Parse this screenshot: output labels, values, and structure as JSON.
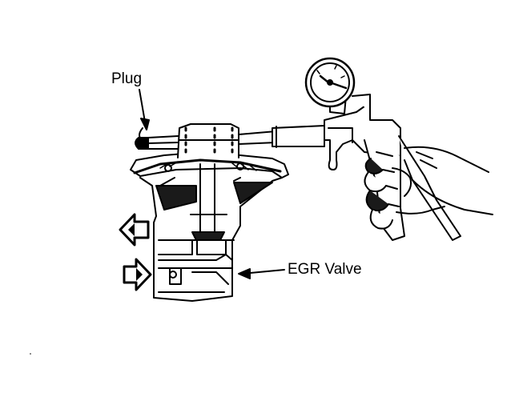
{
  "labels": {
    "plug": "Plug",
    "egr_valve": "EGR Valve"
  },
  "colors": {
    "ink": "#000000",
    "paper": "#ffffff",
    "shading": "#1a1a1a"
  },
  "parts": {
    "gauge": "vacuum-gauge-icon",
    "pump": "hand-vacuum-pump",
    "hand": "hand-icon",
    "arrows": "flow-arrow-icon"
  }
}
